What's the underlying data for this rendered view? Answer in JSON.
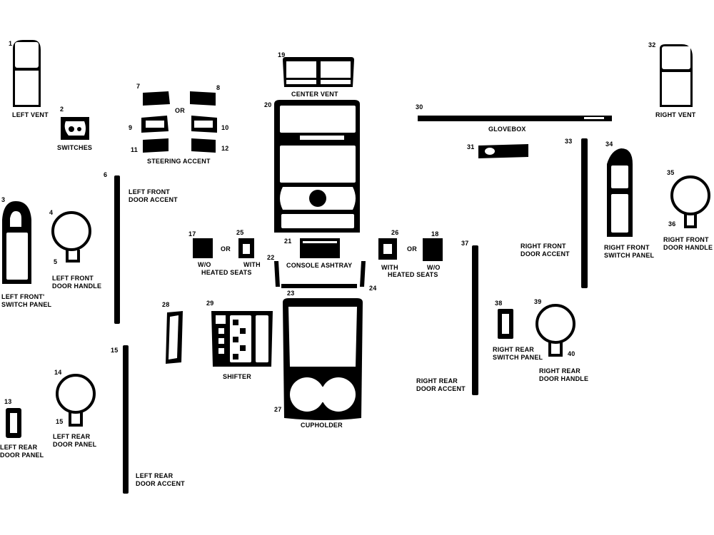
{
  "colors": {
    "ink": "#000000",
    "paper": "#ffffff"
  },
  "numbers": {
    "n1": "1",
    "n2": "2",
    "n3": "3",
    "n4": "4",
    "n5": "5",
    "n6": "6",
    "n7": "7",
    "n8": "8",
    "n9": "9",
    "n10": "10",
    "n11": "11",
    "n12": "12",
    "n13": "13",
    "n14": "14",
    "n15a": "15",
    "n15b": "15",
    "n17": "17",
    "n18": "18",
    "n19": "19",
    "n20": "20",
    "n21": "21",
    "n22": "22",
    "n23": "23",
    "n24": "24",
    "n25": "25",
    "n26": "26",
    "n27": "27",
    "n28": "28",
    "n29": "29",
    "n30": "30",
    "n31": "31",
    "n32": "32",
    "n33": "33",
    "n34": "34",
    "n35": "35",
    "n36": "36",
    "n37": "37",
    "n38": "38",
    "n39": "39",
    "n40": "40"
  },
  "labels": {
    "left_vent": "LEFT VENT",
    "switches": "SWITCHES",
    "or_steering": "OR",
    "steering_accent": "STEERING ACCENT",
    "left_front_door_accent": "LEFT FRONT\nDOOR ACCENT",
    "left_front_door_handle": "LEFT FRONT\nDOOR HANDLE",
    "left_front_switch_panel": "LEFT FRONT'\nSWITCH PANEL",
    "center_vent": "CENTER VENT",
    "glovebox": "GLOVEBOX",
    "right_vent": "RIGHT VENT",
    "or_left_seats": "OR",
    "wo_heated_left": "W/O",
    "with_heated_left": "WITH",
    "heated_seats_left": "HEATED SEATS",
    "console_ashtray": "CONSOLE ASHTRAY",
    "with_heated_right": "WITH",
    "or_right_seats": "OR",
    "wo_heated_right": "W/O",
    "heated_seats_right": "HEATED SEATS",
    "right_front_door_accent": "RIGHT FRONT\nDOOR ACCENT",
    "right_front_switch_panel": "RIGHT FRONT\nSWITCH PANEL",
    "right_front_door_handle": "RIGHT FRONT\nDOOR HANDLE",
    "shifter": "SHIFTER",
    "cupholder": "CUPHOLDER",
    "right_rear_door_accent": "RIGHT REAR\nDOOR ACCENT",
    "right_rear_switch_panel": "RIGHT REAR\nSWITCH PANEL",
    "right_rear_door_handle": "RIGHT REAR\nDOOR HANDLE",
    "left_rear_door_panel_14": "LEFT REAR\nDOOR PANEL",
    "left_rear_door_panel_13": "LEFT REAR\nDOOR PANEL",
    "left_rear_door_accent": "LEFT REAR\nDOOR ACCENT"
  },
  "icons": {
    "vent": "vent-trim-icon",
    "door_handle": "door-handle-ring-icon",
    "switch_panel": "switch-panel-trim-icon"
  }
}
